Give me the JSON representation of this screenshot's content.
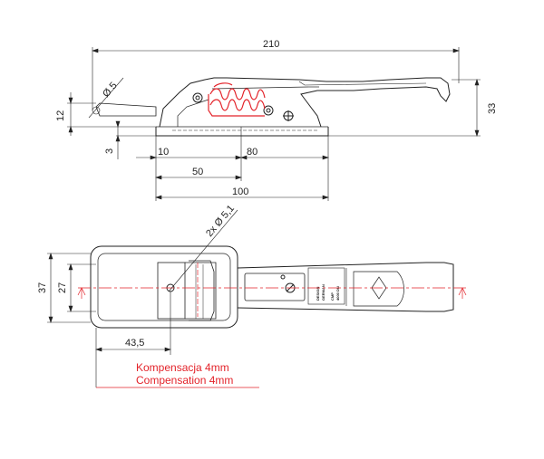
{
  "dimensions": {
    "overall_length": "210",
    "diameter_hole": "Ø 5",
    "height_12": "12",
    "height_3": "3",
    "height_33": "33",
    "offset_10": "10",
    "length_80": "80",
    "length_50": "50",
    "length_100": "100",
    "holes_2x": "2x Ø 5,1",
    "width_37": "37",
    "width_27": "27",
    "dist_43_5": "43,5"
  },
  "notes": {
    "compensation_pl": "Kompensacja 4mm",
    "compensation_en": "Compensation 4mm"
  },
  "plate_text": [
    "DESIGN",
    "GERMAN",
    "CMP",
    "4000 DN"
  ],
  "colors": {
    "line": "#222222",
    "accent": "#e3232a"
  }
}
